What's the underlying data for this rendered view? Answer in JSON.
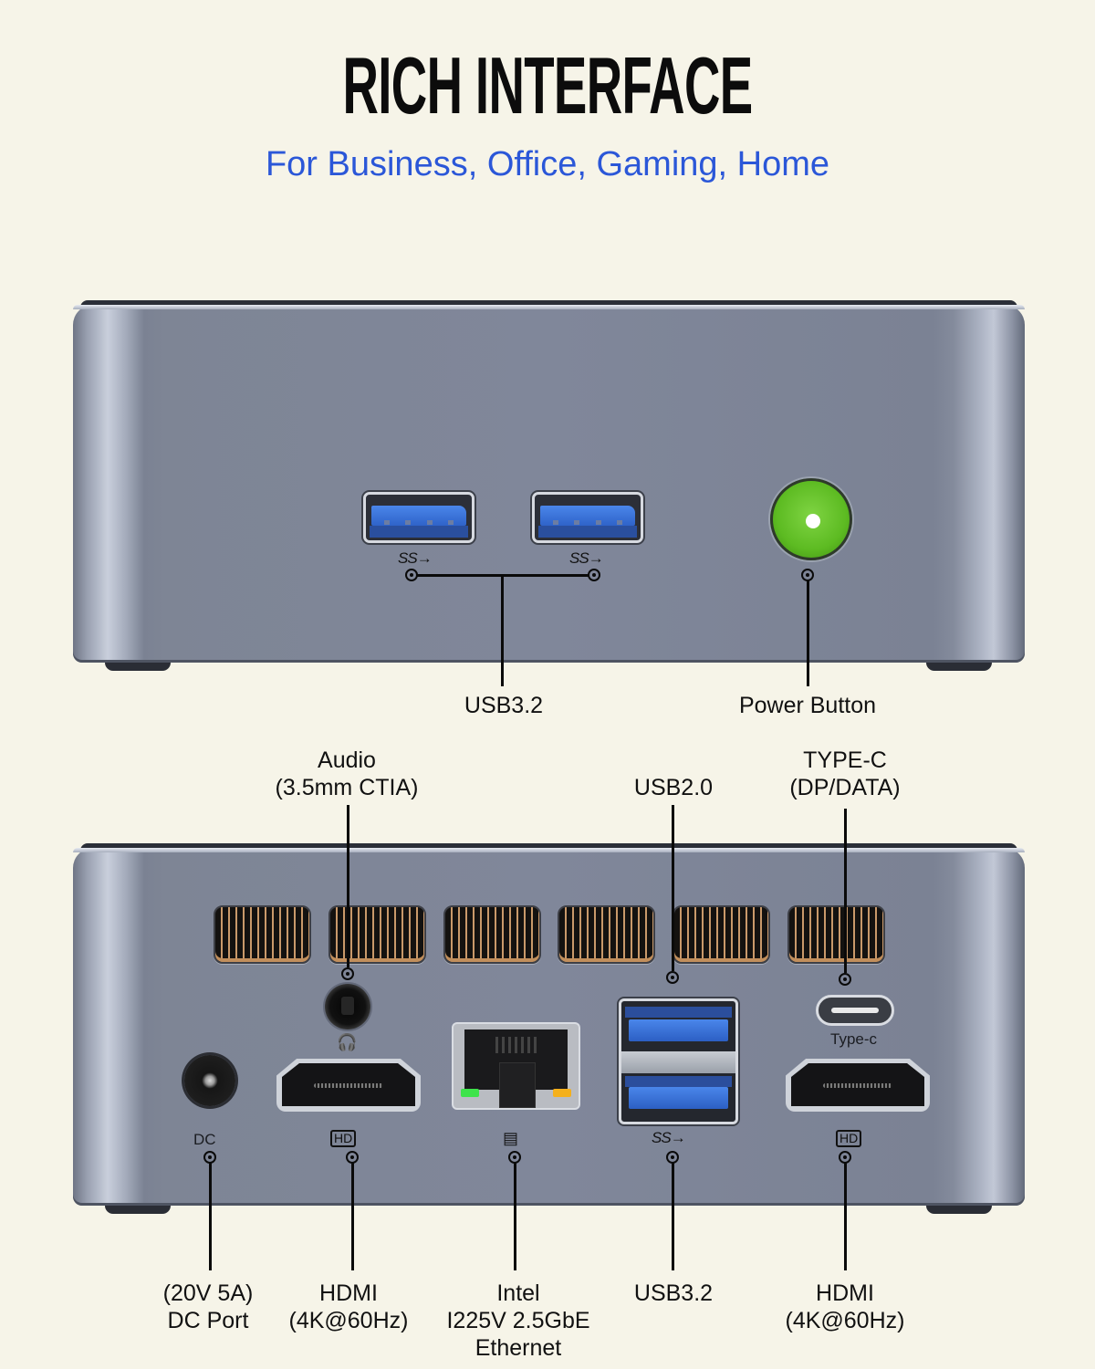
{
  "header": {
    "title": "RICH INTERFACE",
    "subtitle": "For Business, Office, Gaming, Home"
  },
  "colors": {
    "background": "#f6f4e8",
    "subtitle": "#2b57d8",
    "power_button": "#5dbb22",
    "usb3_blue": "#3a74dc",
    "device_body": "#80879a"
  },
  "front_panel": {
    "ports": [
      {
        "id": "usb-a-1",
        "type": "USB3.2",
        "icon": "superspeed-usb-icon",
        "icon_text": "SS"
      },
      {
        "id": "usb-a-2",
        "type": "USB3.2",
        "icon": "superspeed-usb-icon",
        "icon_text": "SS"
      },
      {
        "id": "power",
        "type": "Power Button",
        "icon": "power-button"
      }
    ],
    "callouts": {
      "usb": "USB3.2",
      "power": "Power Button"
    }
  },
  "rear_panel": {
    "port_glyphs": {
      "dc": "DC",
      "hd_left": "HD",
      "hd_right": "HD",
      "typec": "Type-c",
      "ss": "SS",
      "network": "network-icon",
      "headphone": "headphone-icon"
    },
    "top_callouts": {
      "audio_line1": "Audio",
      "audio_line2": "(3.5mm CTIA)",
      "usb2": "USB2.0",
      "typec_line1": "TYPE-C",
      "typec_line2": "(DP/DATA)"
    },
    "bottom_callouts": {
      "dc_line1": "(20V 5A)",
      "dc_line2": "DC Port",
      "hdmi1_line1": "HDMI",
      "hdmi1_line2": "(4K@60Hz)",
      "eth_line1": "Intel",
      "eth_line2": "I225V 2.5GbE",
      "eth_line3": "Ethernet",
      "usb3": "USB3.2",
      "hdmi2_line1": "HDMI",
      "hdmi2_line2": "(4K@60Hz)"
    },
    "vent_count": 6
  }
}
